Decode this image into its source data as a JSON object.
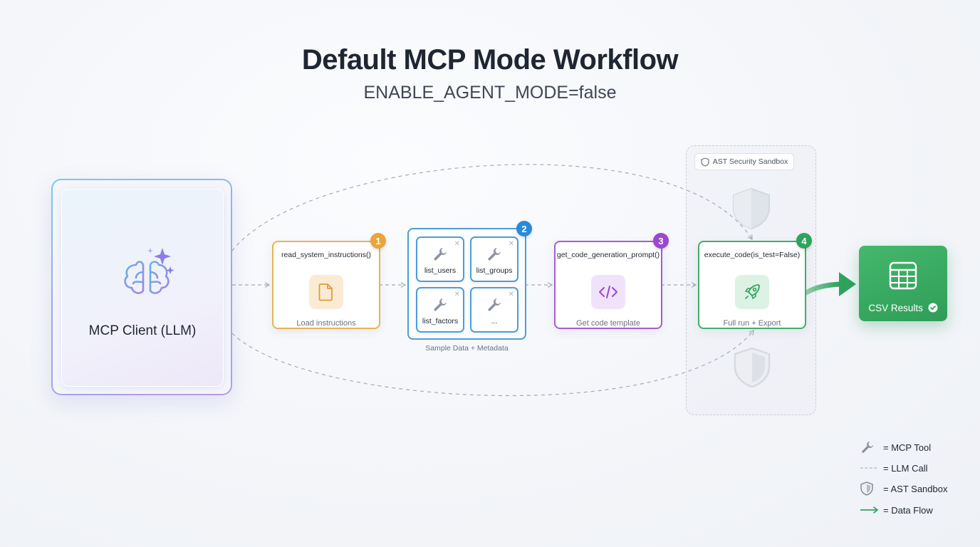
{
  "title": "Default MCP Mode Workflow",
  "subtitle": "ENABLE_AGENT_MODE=false",
  "client": {
    "label": "MCP Client (LLM)",
    "icon": "brain-sparkle-icon"
  },
  "steps": [
    {
      "number": "1",
      "function": "read_system_instructions()",
      "description": "Load instructions",
      "icon": "document-icon",
      "color": "#e6b456"
    },
    {
      "number": "2",
      "tools": [
        "list_users",
        "list_groups",
        "list_factors",
        "..."
      ],
      "caption": "Sample Data + Metadata",
      "icon": "wrench-icon",
      "color": "#4b9ed8"
    },
    {
      "number": "3",
      "function": "get_code_generation_prompt()",
      "description": "Get code template",
      "icon": "code-icon",
      "color": "#a65cd1"
    },
    {
      "number": "4",
      "function": "execute_code(is_test=False)",
      "description": "Full run + Export",
      "icon": "rocket-icon",
      "color": "#3fae6a"
    }
  ],
  "sandbox": {
    "label": "AST Security Sandbox",
    "icon": "shield-icon"
  },
  "output": {
    "label": "CSV Results",
    "icon": "table-icon",
    "color": "#2f9d58"
  },
  "legend": [
    {
      "symbol": "wrench-icon",
      "text": "= MCP Tool"
    },
    {
      "symbol": "dashed-line",
      "text": "= LLM Call"
    },
    {
      "symbol": "shield-icon",
      "text": "= AST Sandbox"
    },
    {
      "symbol": "green-arrow",
      "text": "= Data Flow"
    }
  ]
}
